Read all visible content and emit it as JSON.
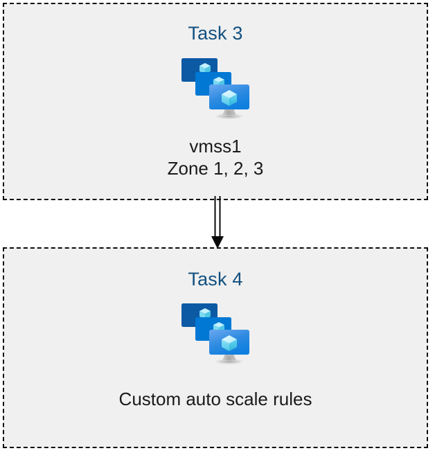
{
  "diagram": {
    "type": "flow",
    "background_color": "#ffffff",
    "box_fill_color": "#f0f0f0",
    "box_border_color": "#0a0a0a",
    "title_color": "#12507f",
    "caption_color": "#1a1a1a",
    "boxes": [
      {
        "id": "task-3",
        "title": "Task 3",
        "icon": "azure-vm-scale-set-icon",
        "caption": "vmss1",
        "caption_sub": "Zone 1, 2, 3"
      },
      {
        "id": "task-4",
        "title": "Task 4",
        "icon": "azure-vm-scale-set-icon",
        "caption": "Custom auto scale rules",
        "caption_sub": ""
      }
    ],
    "connector": {
      "from": "task-3",
      "to": "task-4",
      "style": "double-line-arrow",
      "color": "#0a0a0a"
    },
    "icon_palette": {
      "monitor_back": "#0C59A4",
      "monitor_middle": "#0078D4",
      "monitor_front_top": "#5EA0EF",
      "monitor_front_bottom": "#0F7FE0",
      "cube_light": "#C3F1FF",
      "cube_mid": "#9CEBFF",
      "cube_dark": "#32BEDD",
      "stand_grey": "#B3B3B3"
    }
  }
}
